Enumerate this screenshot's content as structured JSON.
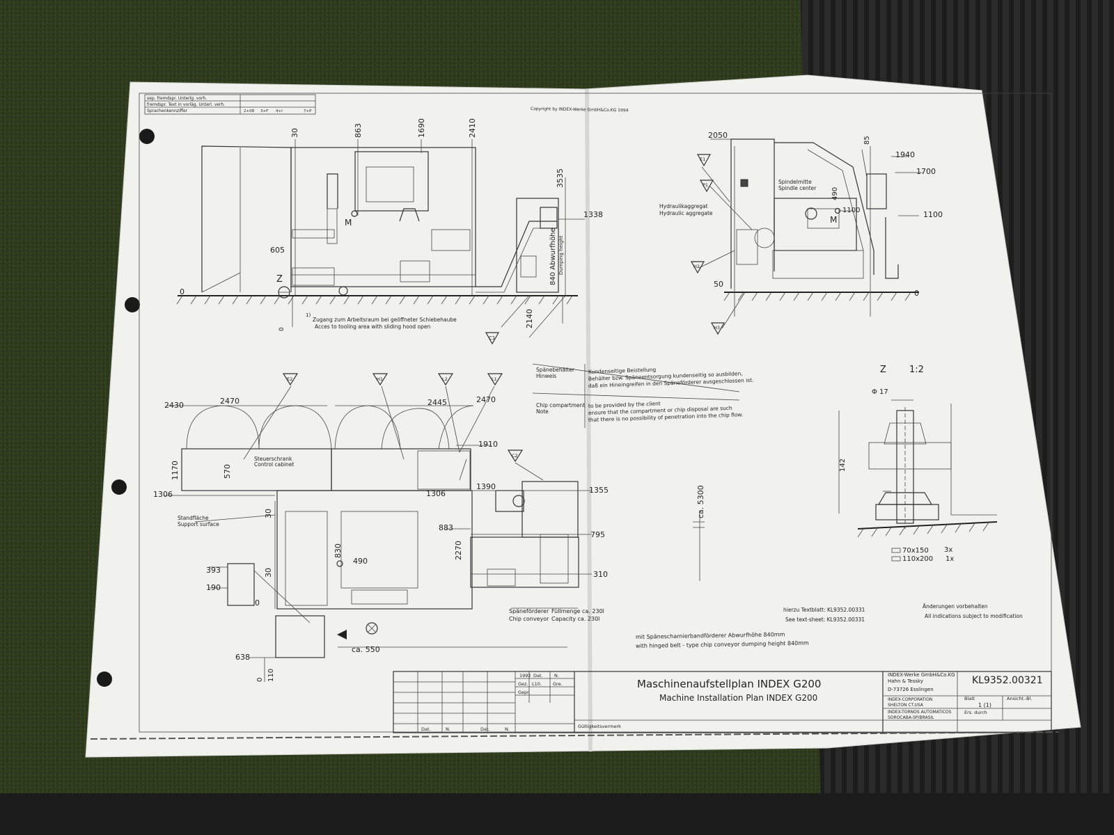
{
  "scene": {
    "colors": {
      "grass": "#2e3a1c",
      "mat": "#1e1e1e",
      "paper": "#f1f2ee",
      "ink": "#2a2a2a"
    }
  },
  "drawing": {
    "header_table": {
      "row1": "sep. fremdspr. Unterlg. vorh.",
      "row2": "fremdspr. Text in vorläg. Unterl. verh.",
      "row3": "Sprachenkennziffer",
      "codes": [
        "2+08",
        "3+F",
        "4+I",
        "7+P"
      ]
    },
    "copyright": "Copyright by INDEX-Werke GmbH&Co.KG 1994",
    "left_top": {
      "dims_top": [
        "30",
        "863",
        "1690",
        "2410"
      ],
      "dim_605": "605",
      "zero": "0",
      "z_mark": "Z",
      "m_mark": "M",
      "dim_3535": "3535",
      "dim_1338": "1338",
      "abwurf_de": "840 Abwurfhöhe",
      "abwurf_en": "Dumping height",
      "dim_2140": "2140",
      "note_num": "1)",
      "note_de": "Zugang zum Arbeitsraum bei geöffneter Schiebehaube",
      "note_en": "Acces to tooling area with sliding hood open",
      "c1": "C1"
    },
    "right_top": {
      "dim_2050": "2050",
      "dim_85": "85",
      "dim_1940": "1940",
      "dim_1700": "1700",
      "dim_1100a": "1100",
      "dim_1100b": "1100",
      "dim_490": "490",
      "spindle_de": "Spindelmitte",
      "spindle_en": "Spindle center",
      "hyd_de": "Hydraulikaggregat",
      "hyd_en": "Hydraulic aggregate",
      "dim_50": "50",
      "zero": "0",
      "m_mark": "M",
      "e1": "E1",
      "p1": "P1",
      "h2": "H2",
      "h3": "H3"
    },
    "notes": {
      "de_label1": "Späneb‍ehälter",
      "de_label2": "Hinweis",
      "de_text1": "Kundenseitige Beistellung",
      "de_text2": "Behälter bzw. Späneentsorgung kundenseitig so ausbilden,",
      "de_text3": "daß ein Hineingreifen in den Späneförderer ausgeschlossen ist.",
      "en_label1": "Chip compartment",
      "en_label2": "Note",
      "en_text1": "to be provided by the client",
      "en_text2": "ensure that the compartment or chip disposal are such",
      "en_text3": "that there is no possibility of penetration into the chip flow."
    },
    "left_bottom": {
      "dim_2430": "2430",
      "dim_2470a": "2470",
      "dim_2445": "2445",
      "dim_2470b": "2470",
      "dim_1910": "1910",
      "dim_1170": "1170",
      "dim_570": "570",
      "cabinet_de": "Steuerschrank",
      "cabinet_en": "Control cabinet",
      "dim_1306a": "1306",
      "dim_1306b": "1306",
      "dim_1390": "1390",
      "dim_1355": "1355",
      "stand_de": "Standfläche",
      "stand_en": "Support surface",
      "dim_30a": "30",
      "dim_883": "883",
      "dim_795": "795",
      "dim_830": "830",
      "dim_490": "490",
      "dim_2270": "2270",
      "dim_30b": "30",
      "dim_393": "393",
      "dim_190": "190",
      "dim_310": "310",
      "zero": "0",
      "conv_de": "Späneförderer",
      "conv_en": "Chip conveyor",
      "fill_de": "Füllmenge ca. 230l",
      "fill_en": "Capacity ca. 230l",
      "dim_550": "ca. 550",
      "dim_638": "638",
      "dim_0": "0",
      "dim_110": "110",
      "e2": "E2",
      "h1": "H1",
      "l2": "L2",
      "l1": "L1",
      "c2": "C2"
    },
    "center": {
      "dim_5300": "ca. 5300",
      "hinged_de": "mit Späne­scharnierbandförderer   Abwurfhöhe 840mm",
      "hinged_en": "with hinged belt - type chip conveyor   dumping height 840mm"
    },
    "detail": {
      "title": "Z",
      "scale": "1:2",
      "dia": "Φ 17",
      "dim_142": "142",
      "pad1": "70x150",
      "pad2": "110x200",
      "q1": "3x",
      "q2": "1x"
    },
    "refs": {
      "textblatt_de": "hierzu Textblatt:  KL9352.00331",
      "textsheet_en": "See text-sheet:  KL9352.00331",
      "changes_de": "Änderungen vorbehalten",
      "changes_en": "All indications subject to modification"
    },
    "title_block": {
      "title_de": "Maschinenaufstellplan  INDEX G200",
      "title_en": "Machine Installation Plan  INDEX G200",
      "company1": "INDEX-Werke GmbH&Co.KG",
      "company2": "Hahn & Tessky",
      "company3": "D-73726 Esslingen",
      "corp1": "INDEX-CORPORATION",
      "corp2": "SHELTON CT.USA",
      "corp3": "INDEX-TORNOS AUTOMATICOS",
      "corp4": "SOROCABA-SP/BRASIL",
      "drawing_no": "KL9352.00321",
      "sheet_label": "Blatt",
      "sheet_value": "1 (1)",
      "ansicht": "Ansicht.-Bl.",
      "ers": "Ers. durch",
      "year": "1992",
      "dat": "Dat.",
      "name": "N.",
      "gez": "Gez.",
      "gez_val": "L10.",
      "gre": "Gre.",
      "gepr": "Gepr.",
      "gueltig": "Gültigkeitsvermerk",
      "dat2": "Dat.",
      "n2": "N.",
      "dat3": "Dat.",
      "n3": "N."
    }
  }
}
